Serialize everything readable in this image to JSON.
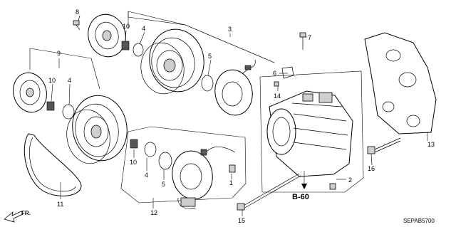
{
  "callouts": [
    {
      "id": "c1",
      "text": "1"
    },
    {
      "id": "c2",
      "text": "2"
    },
    {
      "id": "c3",
      "text": "3"
    },
    {
      "id": "c4a",
      "text": "4"
    },
    {
      "id": "c4b",
      "text": "4"
    },
    {
      "id": "c4c",
      "text": "4"
    },
    {
      "id": "c5a",
      "text": "5"
    },
    {
      "id": "c5b",
      "text": "5"
    },
    {
      "id": "c6",
      "text": "6"
    },
    {
      "id": "c7",
      "text": "7"
    },
    {
      "id": "c8",
      "text": "8"
    },
    {
      "id": "c9",
      "text": "9"
    },
    {
      "id": "c10a",
      "text": "10"
    },
    {
      "id": "c10b",
      "text": "10"
    },
    {
      "id": "c10c",
      "text": "10"
    },
    {
      "id": "c11",
      "text": "11"
    },
    {
      "id": "c12",
      "text": "12"
    },
    {
      "id": "c13",
      "text": "13"
    },
    {
      "id": "c14",
      "text": "14"
    },
    {
      "id": "c15",
      "text": "15"
    },
    {
      "id": "c16",
      "text": "16"
    }
  ],
  "reference_label": "B-60",
  "diagram_code": "SEPAB5700",
  "direction_label": "FR."
}
